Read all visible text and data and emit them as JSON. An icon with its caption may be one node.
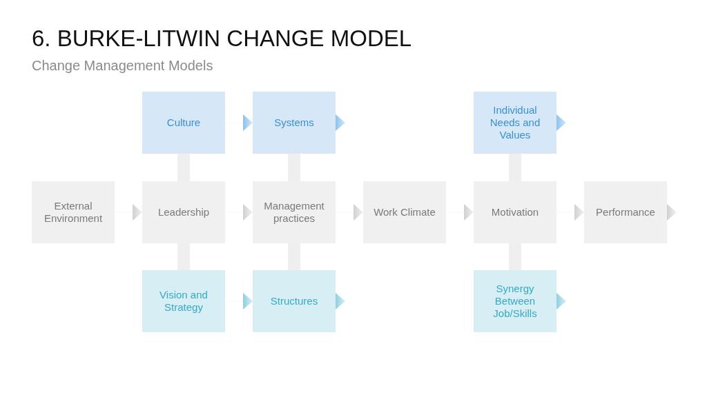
{
  "diagram": {
    "title": "6. BURKE-LITWIN CHANGE MODEL",
    "caption": "Change Management Models",
    "nodes": [
      {
        "text": [
          "Culture"
        ]
      },
      {
        "text": [
          "Systems"
        ]
      },
      {
        "text": [
          "Individual Needs and Values"
        ]
      },
      {
        "text": [
          "External Environment"
        ]
      },
      {
        "text": [
          "Leadership"
        ]
      },
      {
        "text": [
          "Management practices"
        ]
      },
      {
        "text": [
          "Work Climate"
        ]
      },
      {
        "text": [
          "Motivation"
        ]
      },
      {
        "text": [
          "Performance"
        ]
      },
      {
        "text": [
          "Vision and Strategy"
        ]
      },
      {
        "text": [
          "Structures"
        ]
      },
      {
        "text": [
          "Synergy Between Job/Skills"
        ]
      }
    ],
    "edges": [
      {
        "from": 0,
        "to": 1,
        "arrow": "to"
      },
      {
        "from": 1,
        "to": null,
        "arrow": "to"
      },
      {
        "from": 2,
        "to": null,
        "arrow": "to"
      },
      {
        "from": 3,
        "to": 4,
        "arrow": "to"
      },
      {
        "from": 4,
        "to": 5,
        "arrow": "to"
      },
      {
        "from": 5,
        "to": 6,
        "arrow": "to"
      },
      {
        "from": 6,
        "to": 7,
        "arrow": "to"
      },
      {
        "from": 7,
        "to": 8,
        "arrow": "to"
      },
      {
        "from": 8,
        "to": null,
        "arrow": "to"
      },
      {
        "from": 9,
        "to": 10,
        "arrow": "to"
      },
      {
        "from": 10,
        "to": null,
        "arrow": "to"
      },
      {
        "from": 11,
        "to": null,
        "arrow": "to"
      },
      {
        "from": 0,
        "to": 4,
        "arrow": "none",
        "style": "thick"
      },
      {
        "from": 1,
        "to": 5,
        "arrow": "none",
        "style": "thick"
      },
      {
        "from": 2,
        "to": 7,
        "arrow": "none",
        "style": "thick"
      },
      {
        "from": 4,
        "to": 9,
        "arrow": "none",
        "style": "thick"
      },
      {
        "from": 5,
        "to": 10,
        "arrow": "none",
        "style": "thick"
      },
      {
        "from": 7,
        "to": 11,
        "arrow": "none",
        "style": "thick"
      }
    ]
  }
}
